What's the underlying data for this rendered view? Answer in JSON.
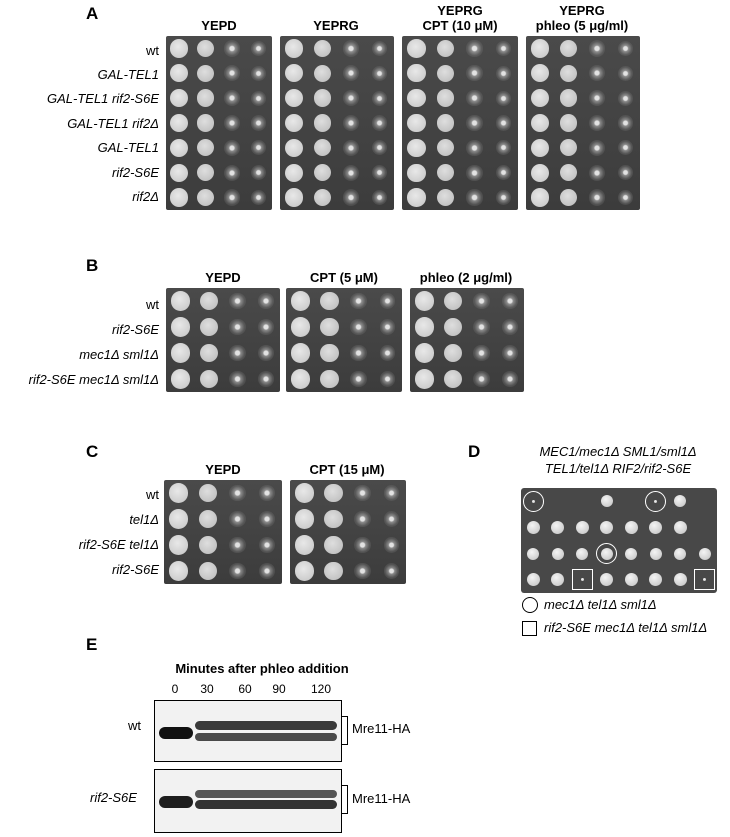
{
  "panelA": {
    "letter": "A",
    "headers": [
      "YEPD",
      "YEPRG",
      "YEPRG",
      "CPT (10 μM)",
      "YEPRG",
      "phleo (5 μg/ml)"
    ],
    "rows": [
      "wt",
      "GAL-TEL1",
      "GAL-TEL1 rif2-S6E",
      "GAL-TEL1 rif2Δ",
      "GAL-TEL1",
      "rif2-S6E",
      "rif2Δ"
    ]
  },
  "panelB": {
    "letter": "B",
    "headers": [
      "YEPD",
      "CPT (5 μM)",
      "phleo (2 μg/ml)"
    ],
    "rows": [
      "wt",
      "rif2-S6E",
      "mec1Δ sml1Δ",
      "rif2-S6E mec1Δ sml1Δ"
    ]
  },
  "panelC": {
    "letter": "C",
    "headers": [
      "YEPD",
      "CPT (15 μM)"
    ],
    "rows": [
      "wt",
      "tel1Δ",
      "rif2-S6E tel1Δ",
      "rif2-S6E"
    ]
  },
  "panelD": {
    "letter": "D",
    "title_line1": "MEC1/mec1Δ SML1/sml1Δ",
    "title_line2": "TEL1/tel1Δ RIF2/rif2-S6E",
    "legend_circle": "mec1Δ tel1Δ sml1Δ",
    "legend_square": "rif2-S6E mec1Δ tel1Δ sml1Δ"
  },
  "panelE": {
    "letter": "E",
    "title": "Minutes after phleo addition",
    "timepoints": [
      "0",
      "30",
      "60",
      "90",
      "120"
    ],
    "rows": [
      {
        "label": "wt",
        "band_label": "Mre11-HA"
      },
      {
        "label": "rif2-S6E",
        "band_label": "Mre11-HA"
      }
    ]
  }
}
